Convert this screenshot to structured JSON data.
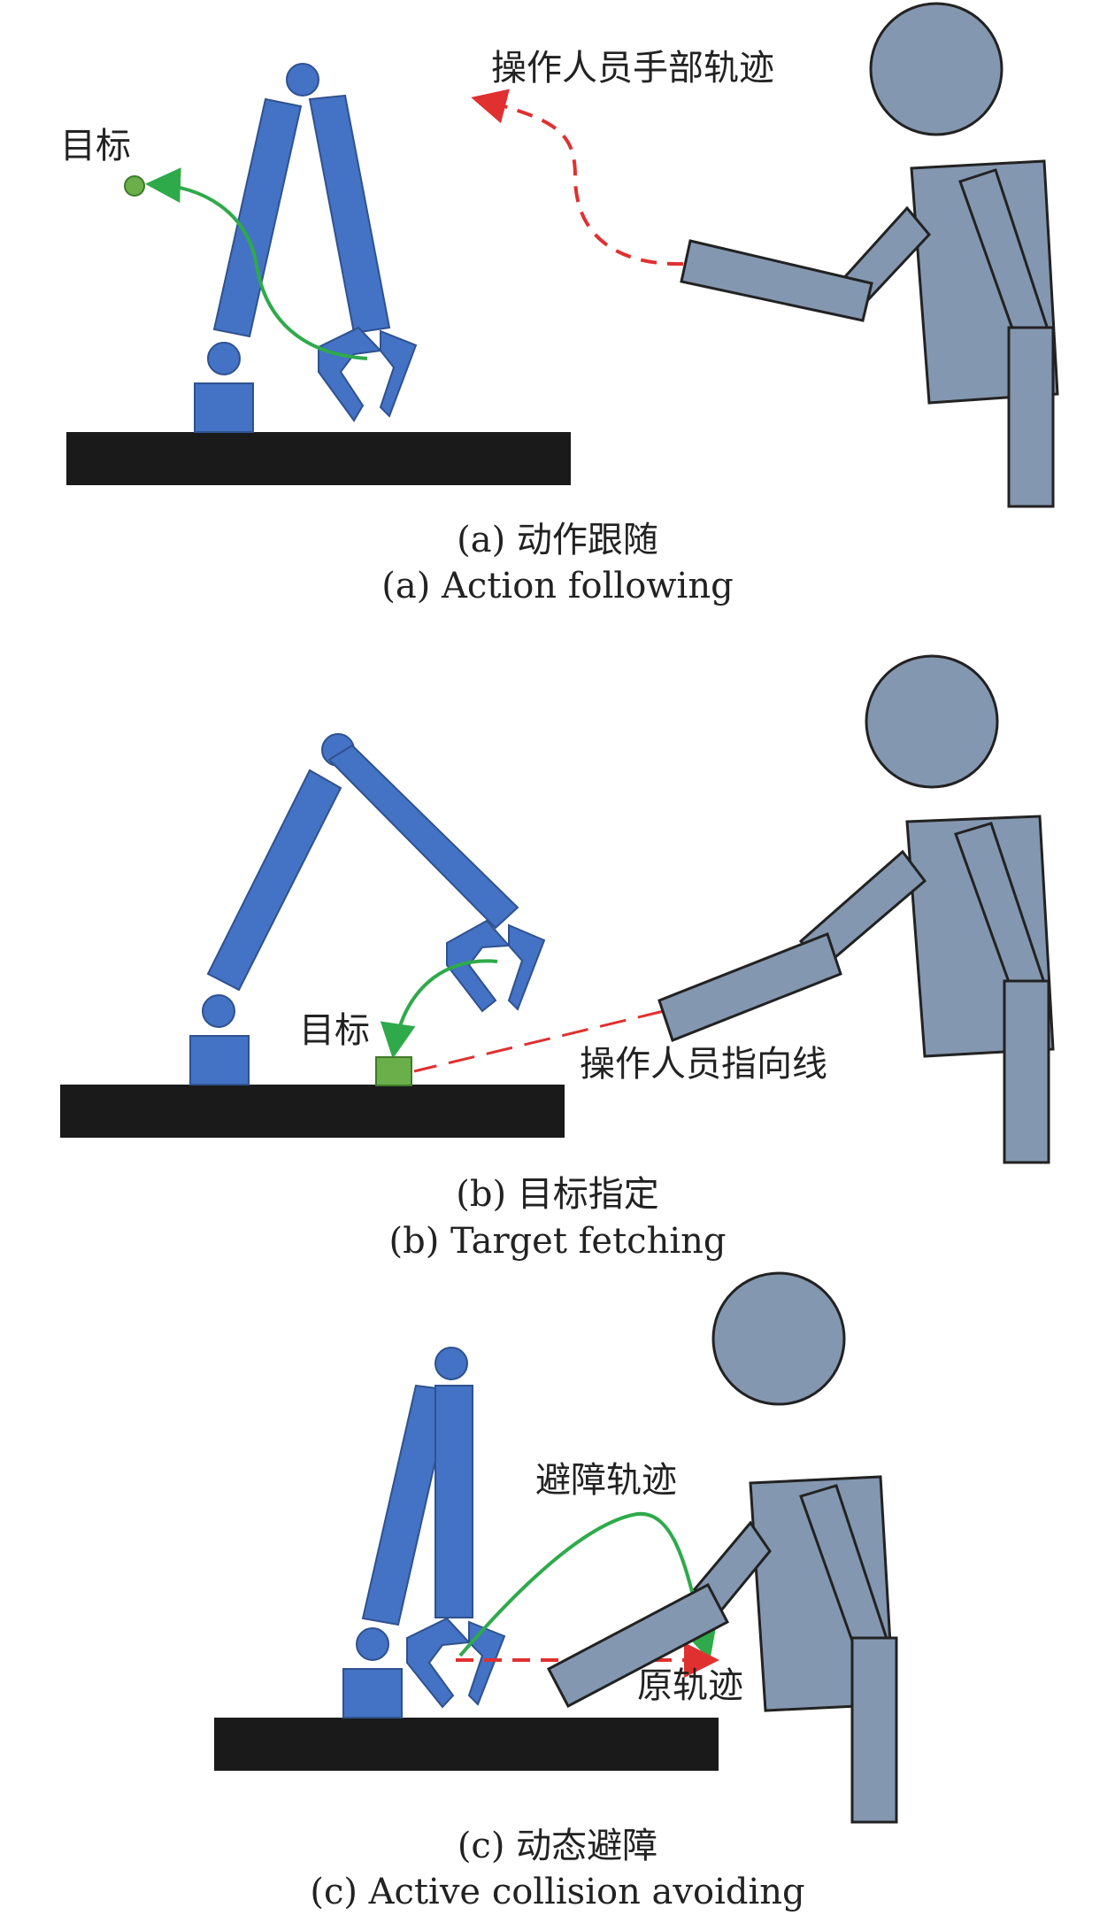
{
  "colors": {
    "robot": "#4472C4",
    "robot_outline": "#2F528F",
    "human": "#8497B0",
    "human_outline": "#222222",
    "table": "#1a1a1a",
    "green_path": "#2EAA4A",
    "red_path": "#E03030",
    "target_green": "#6AAF4A",
    "target_outline": "#3F7A2A"
  },
  "panel_a": {
    "label_target": "目标",
    "label_hand_path": "操作人员手部轨迹",
    "caption_zh": "(a) 动作跟随",
    "caption_en": "(a) Action following"
  },
  "panel_b": {
    "label_target": "目标",
    "label_pointing": "操作人员指向线",
    "caption_zh": "(b) 目标指定",
    "caption_en": "(b) Target fetching"
  },
  "panel_c": {
    "label_avoid_path": "避障轨迹",
    "label_original_path": "原轨迹",
    "caption_zh": "(c) 动态避障",
    "caption_en": "(c) Active collision avoiding"
  }
}
